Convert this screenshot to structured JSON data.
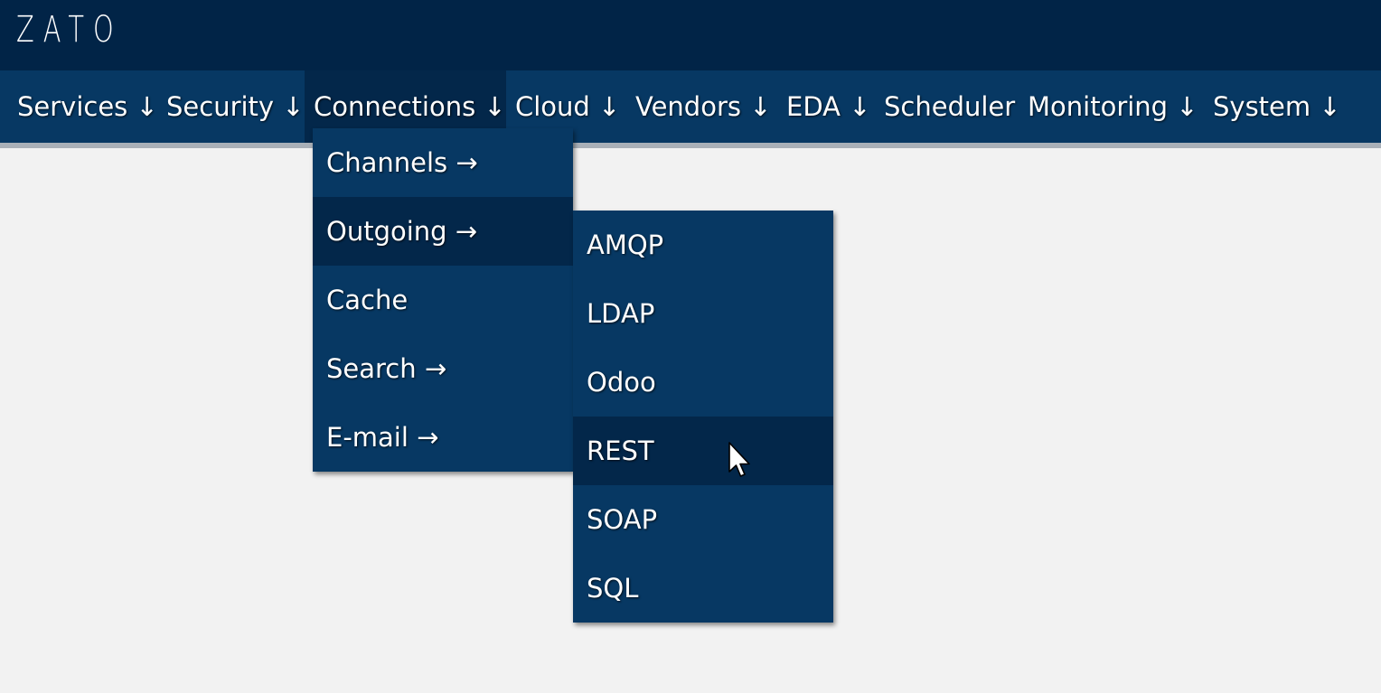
{
  "app": {
    "logo": "ZATO"
  },
  "nav": {
    "items": [
      {
        "label": "Services ↓"
      },
      {
        "label": "Security ↓"
      },
      {
        "label": "Connections ↓"
      },
      {
        "label": "Cloud ↓"
      },
      {
        "label": "Vendors ↓"
      },
      {
        "label": "EDA ↓"
      },
      {
        "label": "Scheduler"
      },
      {
        "label": "Monitoring ↓"
      },
      {
        "label": "System ↓"
      }
    ],
    "active": "Connections ↓"
  },
  "connections_menu": {
    "items": [
      {
        "label": "Channels →"
      },
      {
        "label": "Outgoing →"
      },
      {
        "label": "Cache"
      },
      {
        "label": "Search →"
      },
      {
        "label": "E-mail →"
      }
    ],
    "active": "Outgoing →"
  },
  "outgoing_submenu": {
    "items": [
      {
        "label": "AMQP"
      },
      {
        "label": "LDAP"
      },
      {
        "label": "Odoo"
      },
      {
        "label": "REST"
      },
      {
        "label": "SOAP"
      },
      {
        "label": "SQL"
      }
    ],
    "hovered": "REST"
  },
  "colors": {
    "topbar": "#012447",
    "navbar": "#073863",
    "active": "#03274a",
    "background": "#f2f2f2",
    "rule": "#a9b0b8"
  },
  "icons": {
    "cursor": "mouse-pointer-icon"
  }
}
